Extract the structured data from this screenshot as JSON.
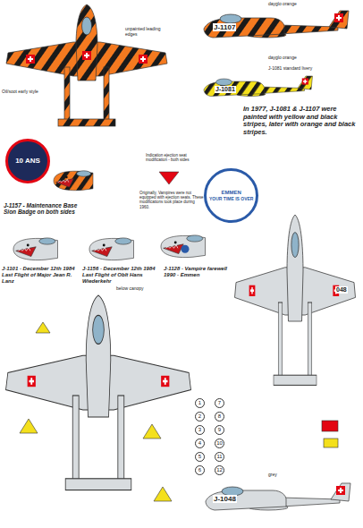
{
  "diagram": {
    "nodes": [
      {
        "text": [
          "10 ANS"
        ]
      },
      {
        "text": [
          "EMMEN",
          "YOUR TIME IS OVER"
        ]
      }
    ],
    "labels": [
      "dayglo orange",
      "unpainted leading edges",
      "Oil/soot early style",
      "J-1107",
      "dayglo orange",
      "J-1081 standard livery",
      "J-1081",
      "In 1977, J-1081 & J-1107 were painted with yellow and black stripes, later with orange and black stripes.",
      "Indication ejection seat modification - both sides",
      "Originally, Vampires were not equipped with ejection seats. These modifications took place during 1960.",
      "J-1157 - Maintenance Base Sion Badge on both sides",
      "J-1101 - December 12th 1984 Last Flight of Major Jean R. Lanz",
      "J-1156 - December 12th 1984 Last Flight of Oblt Hans Wiederkehr",
      "J-1128 - Vampire farewell 1990 - Emmen",
      "below canopy",
      "048",
      "J-1048",
      "grey",
      "1",
      "2",
      "3",
      "4",
      "5",
      "6",
      "7",
      "8",
      "9",
      "10",
      "11",
      "12"
    ]
  }
}
